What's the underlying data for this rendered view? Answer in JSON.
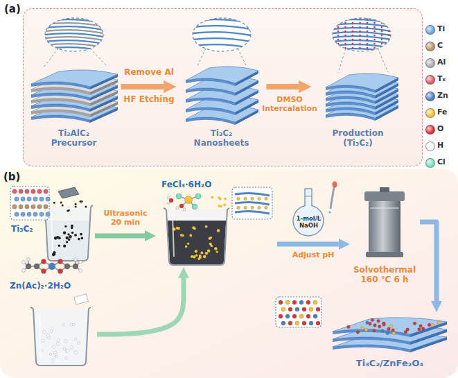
{
  "diagram": {
    "nodes": [
      {
        "text": [
          "(a)"
        ]
      },
      {
        "text": [
          "Ti₃AlC₂ Precursor"
        ],
        "in": 0
      },
      {
        "text": [
          "Ti₃C₂ Nanosheets"
        ],
        "in": 0
      },
      {
        "text": [
          "Production (Ti₃C₂)"
        ],
        "in": 0
      },
      {
        "text": [
          "Ti₃C₂"
        ]
      },
      {
        "text": [
          "Zn(Ac)₂·2H₂O"
        ]
      },
      {
        "text": [
          "FeCl₃·6H₂O"
        ]
      },
      {
        "text": [
          "1-mol/L NaOH"
        ]
      },
      {
        "text": [
          "Solvothermal 160 ℃ 6 h"
        ]
      },
      {
        "text": [
          "Ti₃C₂/ZnFe₂O₄"
        ]
      }
    ],
    "edges": [
      {
        "from": 1,
        "to": 2,
        "arrow": "to",
        "label": "Remove Al"
      },
      {
        "from": 2,
        "to": 3,
        "arrow": "to",
        "label": "DMSO Intercalation"
      },
      {
        "from": 4,
        "to": 6,
        "arrow": "to",
        "label": "Ultrasonic 20 min"
      },
      {
        "from": 5,
        "to": 6,
        "arrow": "to"
      },
      {
        "from": 6,
        "to": 8,
        "arrow": "to",
        "label": "Adjust pH"
      },
      {
        "from": 8,
        "to": 9,
        "arrow": "to"
      }
    ],
    "labels": [
      "HF Etching",
      "(b)"
    ],
    "legend": [
      {
        "text": "Ti",
        "color": "#6fa8dc"
      },
      {
        "text": "C",
        "color": "#b8956a"
      },
      {
        "text": "Al",
        "color": "#b0b0b0"
      },
      {
        "text": "Tₓ",
        "color": "#e05a6a"
      },
      {
        "text": "Zn",
        "color": "#4a7fc1"
      },
      {
        "text": "Fe",
        "color": "#f2c23b"
      },
      {
        "text": "O",
        "color": "#d93535"
      },
      {
        "text": "H",
        "color": "#f4f4f4"
      },
      {
        "text": "Cl",
        "color": "#7ee0c8"
      }
    ]
  }
}
